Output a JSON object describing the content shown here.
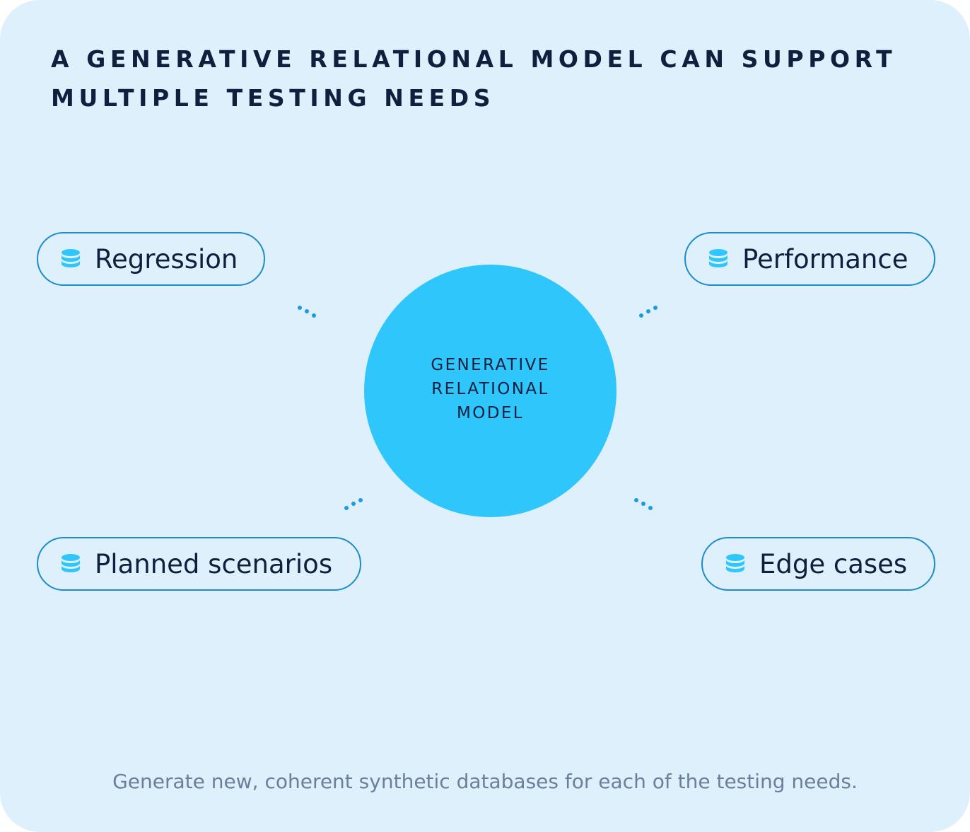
{
  "title": {
    "line1": "A GENERATIVE RELATIONAL MODEL CAN SUPPORT",
    "line2": "MULTIPLE TESTING NEEDS"
  },
  "hub": {
    "line1": "GENERATIVE",
    "line2": "RELATIONAL",
    "line3": "MODEL",
    "color": "#2fc6fc"
  },
  "nodes": [
    {
      "label": "Regression",
      "icon": "database-icon"
    },
    {
      "label": "Performance",
      "icon": "database-icon"
    },
    {
      "label": "Planned scenarios",
      "icon": "database-icon"
    },
    {
      "label": "Edge cases",
      "icon": "database-icon"
    }
  ],
  "footer": "Generate new, coherent synthetic databases for each of the testing needs.",
  "colors": {
    "background": "#ddf0fc",
    "accent": "#2fc6fc",
    "pill_border": "#1d8cc9",
    "connector_dots": "#1a9be0",
    "text": "#0f1f3d",
    "footer_text": "#6b7f9c"
  }
}
